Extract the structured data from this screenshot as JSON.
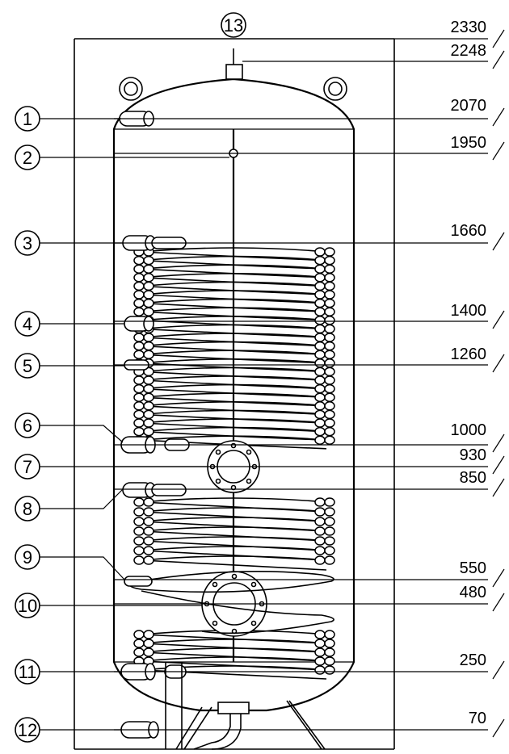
{
  "drawing": {
    "connection_numbers": [
      "1",
      "2",
      "3",
      "4",
      "5",
      "6",
      "7",
      "8",
      "9",
      "10",
      "11",
      "12",
      "13"
    ],
    "height_marks": [
      "2330",
      "2248",
      "2070",
      "1950",
      "1660",
      "1400",
      "1260",
      "1000",
      "930",
      "850",
      "550",
      "480",
      "250",
      "70"
    ]
  }
}
